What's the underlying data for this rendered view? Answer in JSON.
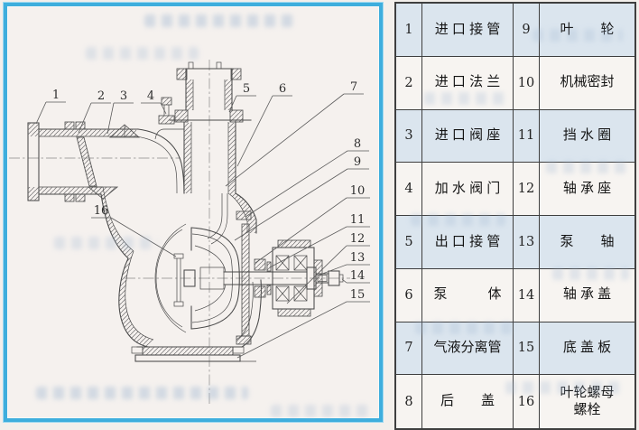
{
  "page": {
    "background_color": "#f3efeb",
    "frame_color": "#3eaedd",
    "line_color": "#4a4a4a",
    "table_border_color": "#3f3f3f",
    "table_row_alt_color": "#dbe5ee",
    "table_row_plain_color": "#f7f4f1"
  },
  "diagram": {
    "callouts": [
      "1",
      "2",
      "3",
      "4",
      "5",
      "6",
      "7",
      "8",
      "9",
      "10",
      "11",
      "12",
      "13",
      "14",
      "15",
      "16"
    ]
  },
  "table": {
    "rows": [
      {
        "nl": "1",
        "pl": "进 口 接 管",
        "nr": "9",
        "pr": "叶　　轮"
      },
      {
        "nl": "2",
        "pl": "进 口 法 兰",
        "nr": "10",
        "pr": "机械密封"
      },
      {
        "nl": "3",
        "pl": "进 口 阀 座",
        "nr": "11",
        "pr": "挡 水 圈"
      },
      {
        "nl": "4",
        "pl": "加 水 阀 门",
        "nr": "12",
        "pr": "轴 承 座"
      },
      {
        "nl": "5",
        "pl": "出 口 接 管",
        "nr": "13",
        "pr": "泵　　轴"
      },
      {
        "nl": "6",
        "pl": "泵　　　体",
        "nr": "14",
        "pr": "轴 承 盖"
      },
      {
        "nl": "7",
        "pl": "气液分离管",
        "nr": "15",
        "pr": "底 盖 板"
      },
      {
        "nl": "8",
        "pl": "后　　盖",
        "nr": "16",
        "pr": "叶轮螺母\n螺栓"
      }
    ]
  }
}
